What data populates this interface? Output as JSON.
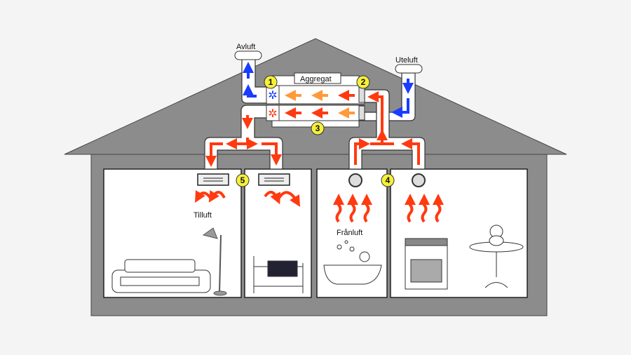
{
  "labels": {
    "avluft": "Avluft",
    "uteluft": "Uteluft",
    "aggregat": "Aggregat",
    "tilluft": "Tilluft",
    "franluft": "Frånluft"
  },
  "markers": [
    "1",
    "2",
    "3",
    "4",
    "5"
  ],
  "colors": {
    "house": "#8c8c8c",
    "warm_air": "#ff3a10",
    "cool_air": "#1a3cff",
    "tempered_air": "#ff9a3a",
    "marker": "#f5f03a"
  }
}
